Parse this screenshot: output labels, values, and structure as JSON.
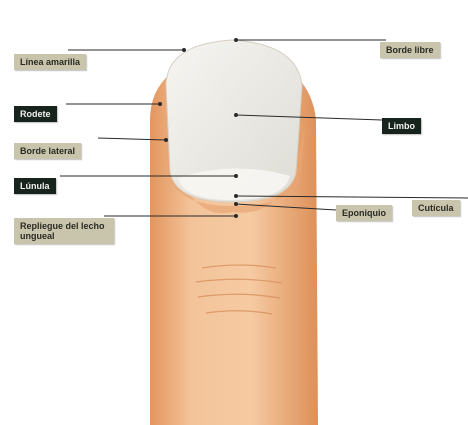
{
  "labels": {
    "linea_amarilla": "Línea amarilla",
    "borde_libre": "Borde libre",
    "rodete": "Rodete",
    "limbo": "Limbo",
    "borde_lateral": "Borde lateral",
    "lunula": "Lúnula",
    "cuticula": "Cutícula",
    "eponiquio": "Eponiquio",
    "repliegue": "Repliegue del lecho ungueal"
  },
  "colors": {
    "skin": "#f0b98a",
    "skin_shadow": "#e39a66",
    "nail": "#ecebe6",
    "label_light": "#c9c5ad",
    "label_dark": "#17231d",
    "leader": "#2a2a2a"
  }
}
